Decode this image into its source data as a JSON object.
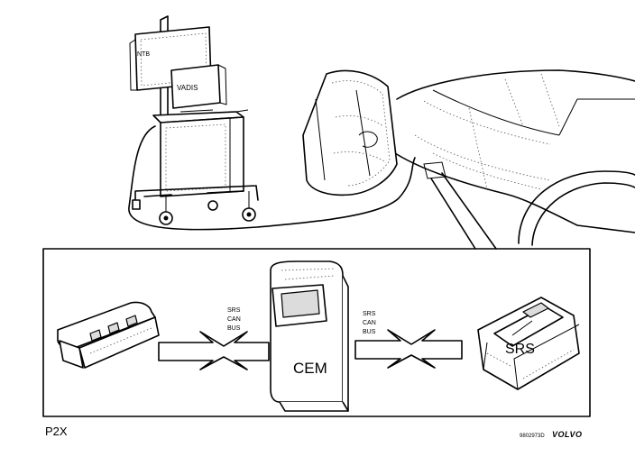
{
  "diagram": {
    "labels": {
      "vadis": "VADIS",
      "cem": "CEM",
      "srs": "SRS",
      "bus_left": [
        "SRS",
        "CAN",
        "BUS"
      ],
      "bus_right": [
        "SRS",
        "CAN",
        "BUS"
      ],
      "model": "P2X",
      "code": "9802973D",
      "brand": "VOLVO"
    },
    "colors": {
      "line": "#000000",
      "fill": "#ffffff",
      "shade": "#dcdcdc"
    },
    "icons": [
      "diagnostic-cart-icon",
      "car-icon",
      "connector-icon",
      "cem-module-icon",
      "srs-module-icon",
      "double-arrow-icon"
    ]
  }
}
